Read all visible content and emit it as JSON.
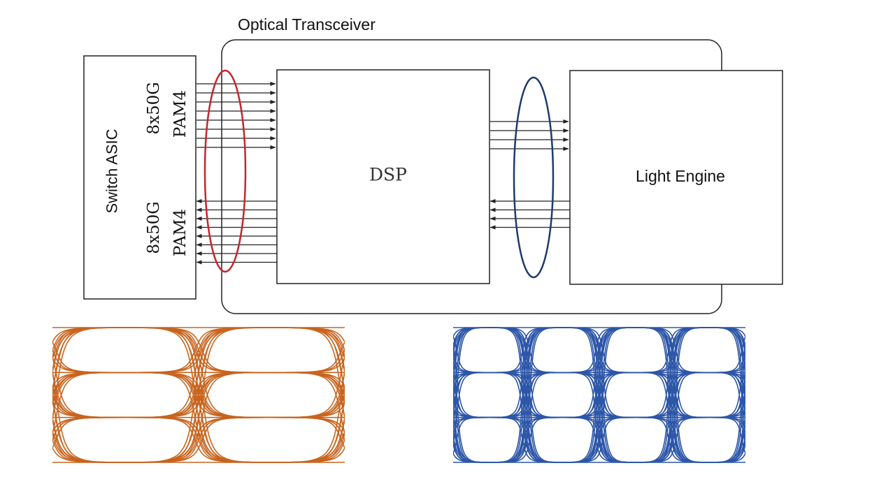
{
  "labels": {
    "transceiver": "Optical Transceiver",
    "asic": "Switch ASIC",
    "lane_top_rate": "8x50G",
    "lane_top_mod": "PAM4",
    "lane_bottom_rate": "8x50G",
    "lane_bottom_mod": "PAM4",
    "dsp": "DSP",
    "light_engine": "Light Engine"
  },
  "links": {
    "host_tx_lanes": 8,
    "host_rx_lanes": 8,
    "line_tx_lanes": 4,
    "line_rx_lanes": 4
  },
  "colors": {
    "outline": "#222222",
    "host_ellipse": "#c0282d",
    "line_ellipse": "#1f3a6e",
    "host_eye": "#c8641e",
    "line_eye": "#2d56a8"
  },
  "eyes": {
    "host_eye_columns": 2,
    "line_eye_columns": 4,
    "pam_levels": 4
  }
}
